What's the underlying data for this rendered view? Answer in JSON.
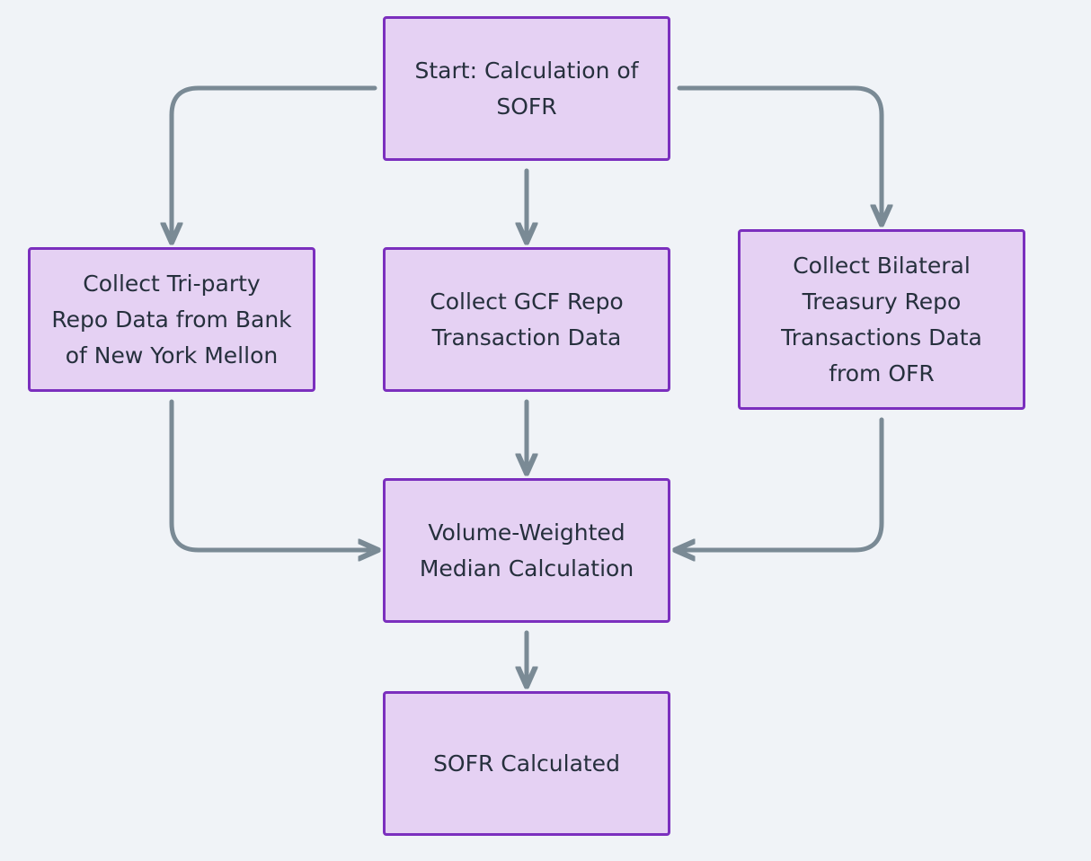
{
  "diagram": {
    "colors": {
      "background": "#f0f3f7",
      "node_fill": "#e5d1f3",
      "node_border": "#7b2fbe",
      "edge": "#7a8a95",
      "text": "#26303d"
    },
    "nodes": [
      {
        "id": "start",
        "label": "Start: Calculation of\nSOFR"
      },
      {
        "id": "tri",
        "label": "Collect Tri-party\nRepo Data from Bank\nof New York Mellon"
      },
      {
        "id": "gcf",
        "label": "Collect GCF Repo\nTransaction Data"
      },
      {
        "id": "bil",
        "label": "Collect Bilateral\nTreasury Repo\nTransactions Data\nfrom OFR"
      },
      {
        "id": "vwm",
        "label": "Volume-Weighted\nMedian Calculation"
      },
      {
        "id": "end",
        "label": "SOFR Calculated"
      }
    ],
    "edges": [
      {
        "from": "start",
        "to": "tri"
      },
      {
        "from": "start",
        "to": "gcf"
      },
      {
        "from": "start",
        "to": "bil"
      },
      {
        "from": "tri",
        "to": "vwm"
      },
      {
        "from": "gcf",
        "to": "vwm"
      },
      {
        "from": "bil",
        "to": "vwm"
      },
      {
        "from": "vwm",
        "to": "end"
      }
    ]
  }
}
